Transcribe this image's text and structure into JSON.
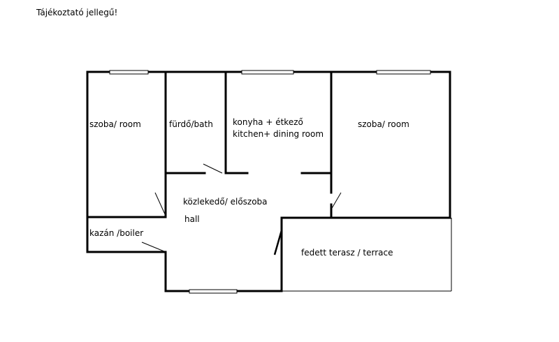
{
  "note": "Tájékoztató jellegű!",
  "rooms": {
    "room_left": "szoba/ room",
    "bath": "fürdő/bath",
    "kitchen_line1": "konyha + étkező",
    "kitchen_line2": "kitchen+ dining room",
    "room_right": "szoba/ room",
    "hall_line1": "közlekedő/ előszoba",
    "hall_line2": "hall",
    "boiler": "kazán /boiler",
    "terrace": "fedett terasz / terrace"
  }
}
